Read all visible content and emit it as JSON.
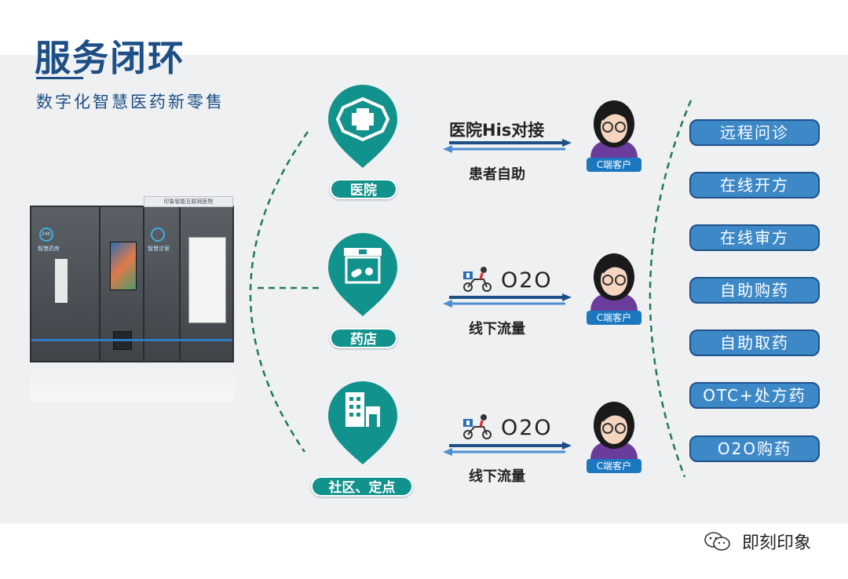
{
  "header": {
    "title": "服务闭环",
    "subtitle": "数字化智慧医药新零售"
  },
  "kiosk": {
    "roof_sign": "印象智能互联网医院",
    "left_badge": "24h",
    "left_label": "智慧药房",
    "right_label": "智慧诊室"
  },
  "nodes": [
    {
      "label": "医院",
      "icon": "hospital-cross-icon"
    },
    {
      "label": "药店",
      "icon": "pharmacy-store-icon"
    },
    {
      "label": "社区、定点",
      "icon": "building-icon"
    }
  ],
  "flows": [
    {
      "top": "医院His对接",
      "bottom": "患者自助",
      "customer": "C端客户"
    },
    {
      "top": "O2O",
      "bottom": "线下流量",
      "customer": "C端客户",
      "top_icon": "delivery-scooter-icon"
    },
    {
      "top": "O2O",
      "bottom": "线下流量",
      "customer": "C端客户",
      "top_icon": "delivery-scooter-icon"
    }
  ],
  "services": [
    "远程问诊",
    "在线开方",
    "在线审方",
    "自助购药",
    "自助取药",
    "OTC+处方药",
    "O2O购药"
  ],
  "watermark": {
    "text": "即刻印象",
    "icon": "wechat-icon"
  },
  "colors": {
    "title": "#1d4f86",
    "teal": "#12928d",
    "service_fill": "#3d88c6",
    "service_border": "#20518a",
    "customer_badge": "#1b77c0",
    "dashed_line": "#1f7a5a",
    "arrow_blue": "#1d4f86"
  }
}
